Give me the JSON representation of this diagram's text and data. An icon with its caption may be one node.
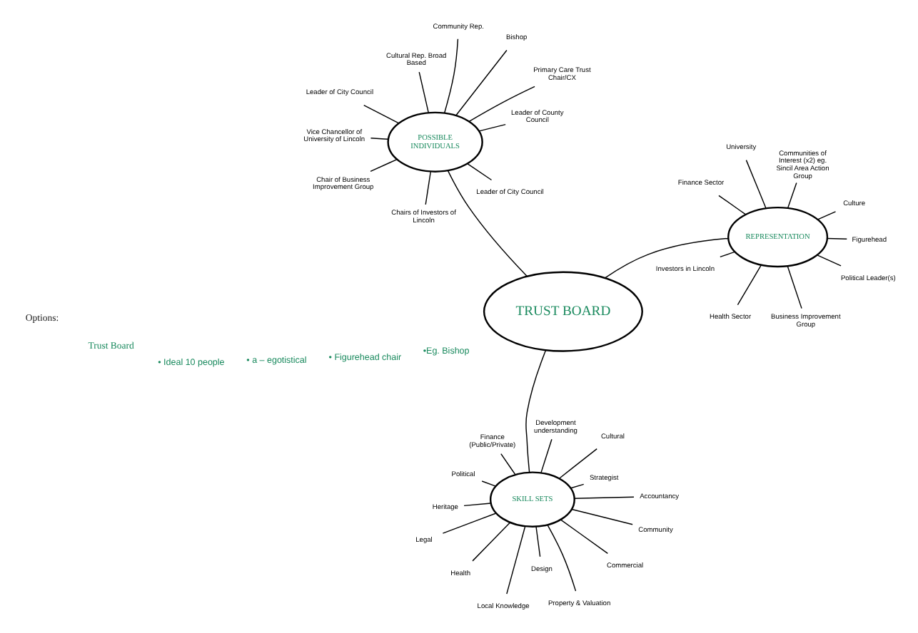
{
  "diagram": {
    "nodes": [
      {
        "text": [
          "TRUST BOARD"
        ]
      },
      {
        "text": [
          "SKILL SETS"
        ]
      },
      {
        "text": [
          "POSSIBLE INDIVIDUALS"
        ]
      },
      {
        "text": [
          "REPRESENTATION"
        ]
      },
      {
        "text": [
          "Strategist"
        ]
      },
      {
        "text": [
          "Political"
        ]
      },
      {
        "text": [
          "Legal"
        ]
      },
      {
        "text": [
          "Community"
        ]
      },
      {
        "text": [
          "Health"
        ]
      },
      {
        "text": [
          "Property & Valuation"
        ]
      },
      {
        "text": [
          "Local Knowledge"
        ]
      },
      {
        "text": [
          "Heritage"
        ]
      },
      {
        "text": [
          "Accountancy"
        ]
      },
      {
        "text": [
          "Cultural"
        ]
      },
      {
        "text": [
          "Development understanding"
        ]
      },
      {
        "text": [
          "Design"
        ]
      },
      {
        "text": [
          "Commercial"
        ]
      },
      {
        "text": [
          "Finance (Public/Private)"
        ]
      },
      {
        "text": [
          "Vice Chancellor of University of Lincoln"
        ]
      },
      {
        "text": [
          "Leader of City Council"
        ]
      },
      {
        "text": [
          "Chairs of Investors of Lincoln"
        ]
      },
      {
        "text": [
          "Chair of Business Improvement Group"
        ]
      },
      {
        "text": [
          "Primary Care Trust Chair/CX"
        ]
      },
      {
        "text": [
          "Bishop"
        ]
      },
      {
        "text": [
          "Community Rep."
        ]
      },
      {
        "text": [
          "Leader of City Council"
        ]
      },
      {
        "text": [
          "Leader of County Council"
        ]
      },
      {
        "text": [
          "Cultural Rep. Broad Based"
        ]
      },
      {
        "text": [
          "Health Sector"
        ]
      },
      {
        "text": [
          "Political Leader(s)"
        ]
      },
      {
        "text": [
          "University"
        ]
      },
      {
        "text": [
          "Figurehead"
        ]
      },
      {
        "text": [
          "Investors in Lincoln"
        ]
      },
      {
        "text": [
          "Finance Sector"
        ]
      },
      {
        "text": [
          "Culture"
        ]
      },
      {
        "text": [
          "Business Improvement Group"
        ]
      },
      {
        "text": [
          "Communities of Interest (x2) eg. Sincil Area Action Group"
        ]
      }
    ],
    "edges": [
      {
        "from": 0,
        "to": 1,
        "arrow": "none"
      },
      {
        "from": 0,
        "to": 2,
        "arrow": "none"
      },
      {
        "from": 0,
        "to": 3,
        "arrow": "none"
      },
      {
        "from": 1,
        "to": 4,
        "arrow": "none"
      },
      {
        "from": 1,
        "to": 5,
        "arrow": "none"
      },
      {
        "from": 1,
        "to": 6,
        "arrow": "none"
      },
      {
        "from": 1,
        "to": 7,
        "arrow": "none"
      },
      {
        "from": 1,
        "to": 8,
        "arrow": "none"
      },
      {
        "from": 1,
        "to": 9,
        "arrow": "none"
      },
      {
        "from": 1,
        "to": 10,
        "arrow": "none"
      },
      {
        "from": 1,
        "to": 11,
        "arrow": "none"
      },
      {
        "from": 1,
        "to": 12,
        "arrow": "none"
      },
      {
        "from": 1,
        "to": 13,
        "arrow": "none"
      },
      {
        "from": 1,
        "to": 14,
        "arrow": "none"
      },
      {
        "from": 1,
        "to": 15,
        "arrow": "none"
      },
      {
        "from": 1,
        "to": 16,
        "arrow": "none"
      },
      {
        "from": 1,
        "to": 17,
        "arrow": "none"
      },
      {
        "from": 2,
        "to": 18,
        "arrow": "none"
      },
      {
        "from": 2,
        "to": 19,
        "arrow": "none"
      },
      {
        "from": 2,
        "to": 20,
        "arrow": "none"
      },
      {
        "from": 2,
        "to": 21,
        "arrow": "none"
      },
      {
        "from": 2,
        "to": 22,
        "arrow": "none"
      },
      {
        "from": 2,
        "to": 23,
        "arrow": "none"
      },
      {
        "from": 2,
        "to": 24,
        "arrow": "none"
      },
      {
        "from": 2,
        "to": 25,
        "arrow": "none"
      },
      {
        "from": 2,
        "to": 26,
        "arrow": "none"
      },
      {
        "from": 2,
        "to": 27,
        "arrow": "none"
      },
      {
        "from": 3,
        "to": 28,
        "arrow": "none"
      },
      {
        "from": 3,
        "to": 29,
        "arrow": "none"
      },
      {
        "from": 3,
        "to": 30,
        "arrow": "none"
      },
      {
        "from": 3,
        "to": 31,
        "arrow": "none"
      },
      {
        "from": 3,
        "to": 32,
        "arrow": "none"
      },
      {
        "from": 3,
        "to": 33,
        "arrow": "none"
      },
      {
        "from": 3,
        "to": 34,
        "arrow": "none"
      },
      {
        "from": 3,
        "to": 35,
        "arrow": "none"
      },
      {
        "from": 3,
        "to": 36,
        "arrow": "none"
      }
    ],
    "labels": [
      "Options:",
      "Trust Board",
      "• Ideal 10 people",
      "• a – egotistical",
      "• Figurehead chair",
      "•Eg. Bishop"
    ]
  }
}
